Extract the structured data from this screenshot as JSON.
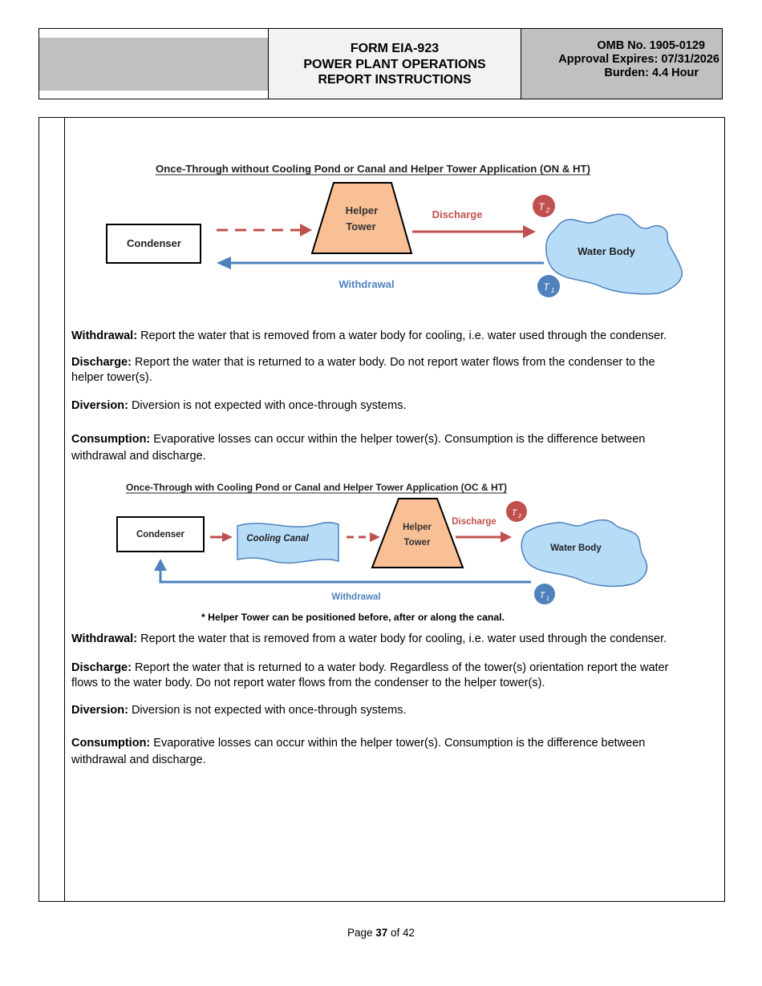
{
  "header": {
    "form_title": "FORM EIA-923",
    "form_subtitle_1": "POWER PLANT OPERATIONS",
    "form_subtitle_2": "REPORT INSTRUCTIONS",
    "omb": "OMB No. 1905-0129",
    "approval": "Approval Expires: 07/31/2026",
    "burden": "Burden: 4.4 Hour"
  },
  "diagram1": {
    "title": "Once-Through without Cooling Pond or Canal and Helper Tower Application (ON & HT)",
    "condenser": "Condenser",
    "tower_line1": "Helper",
    "tower_line2": "Tower",
    "discharge": "Discharge",
    "water_body": "Water Body",
    "withdrawal": "Withdrawal",
    "t2": "T",
    "t2_sub": "2",
    "t1": "T",
    "t1_sub": "1"
  },
  "section1": {
    "withdrawal_label": "Withdrawal:",
    "withdrawal_text": " Report the water that is removed from a water body for cooling, i.e. water used through the condenser.",
    "discharge_label": "Discharge:",
    "discharge_text": " Report the water that is returned to a water body. Do not report water flows from the condenser to the helper  tower(s).",
    "diversion_label": "Diversion:",
    "diversion_text": " Diversion is not expected with once-through systems.",
    "consumption_label": "Consumption:",
    "consumption_text": " Evaporative losses can occur within the helper tower(s). Consumption is the difference between withdrawal and  discharge."
  },
  "diagram2": {
    "title": "Once-Through with Cooling Pond or Canal and Helper Tower Application (OC & HT)",
    "condenser": "Condenser",
    "cooling_canal": "Cooling Canal",
    "tower_line1": "Helper",
    "tower_line2": "Tower",
    "discharge": "Discharge",
    "water_body": "Water Body",
    "withdrawal": "Withdrawal",
    "t2": "T",
    "t2_sub": "2",
    "t1": "T",
    "t1_sub": "1",
    "note": "* Helper Tower can be positioned before, after or along the canal."
  },
  "section2": {
    "withdrawal_label": "Withdrawal:",
    "withdrawal_text": " Report the water that is removed from a water body for cooling, i.e. water used through the condenser.",
    "discharge_label": "Discharge:",
    "discharge_text": " Report the water that is returned to a water body. Regardless of the tower(s) orientation report the water flows to  the water body. Do not report water flows from the condenser to the helper tower(s).",
    "diversion_label": "Diversion:",
    "diversion_text": " Diversion is not expected with once-through systems.",
    "consumption_label": "Consumption:",
    "consumption_text": " Evaporative losses can occur within the helper tower(s). Consumption is the difference between withdrawal and  discharge."
  },
  "footer": {
    "page_prefix": "Page ",
    "page_number": "37",
    "page_suffix": " of 42"
  },
  "colors": {
    "tower_fill": "#f8c094",
    "water_fill": "#b7dcf7",
    "discharge_red": "#c0504d",
    "withdrawal_blue": "#4f81bd",
    "header_grey": "#c0c0c0"
  }
}
